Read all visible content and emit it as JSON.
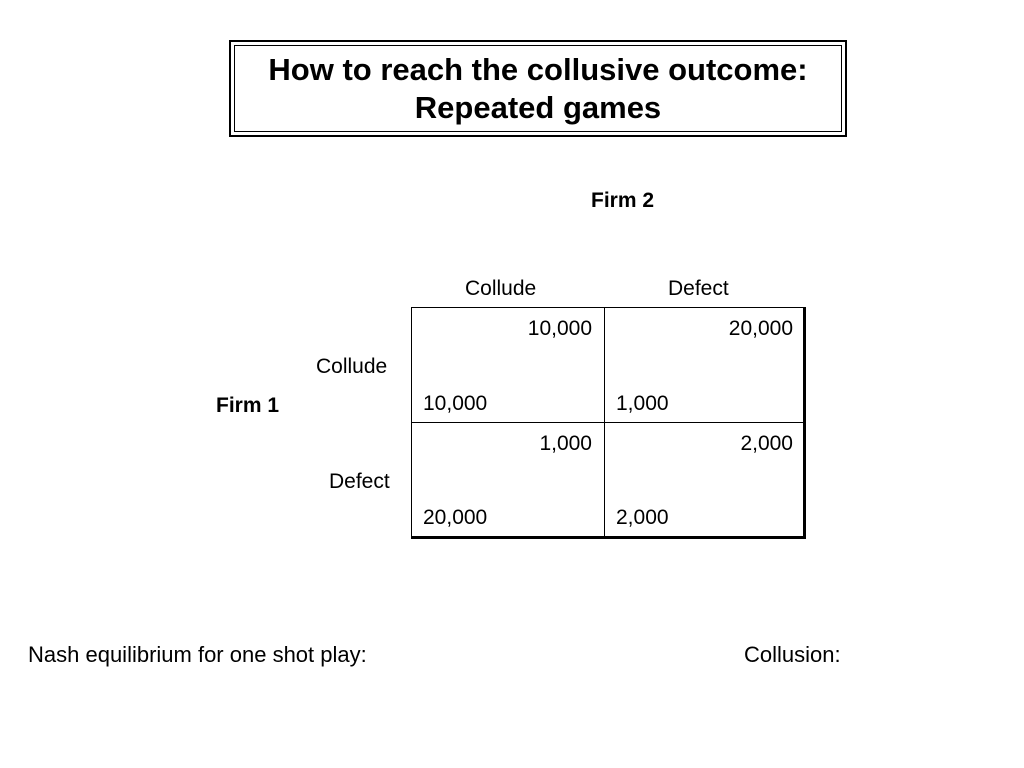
{
  "title": {
    "line1": "How to reach the collusive outcome:",
    "line2": "Repeated games"
  },
  "firm2_label": "Firm 2",
  "firm1_label": "Firm 1",
  "columns": [
    "Collude",
    "Defect"
  ],
  "rows": [
    "Collude",
    "Defect"
  ],
  "payoffs": [
    [
      {
        "firm2": "10,000",
        "firm1": "10,000"
      },
      {
        "firm2": "20,000",
        "firm1": "1,000"
      }
    ],
    [
      {
        "firm2": "1,000",
        "firm1": "20,000"
      },
      {
        "firm2": "2,000",
        "firm1": "2,000"
      }
    ]
  ],
  "footer": {
    "nash": "Nash equilibrium for one shot play:",
    "collusion": "Collusion:"
  }
}
